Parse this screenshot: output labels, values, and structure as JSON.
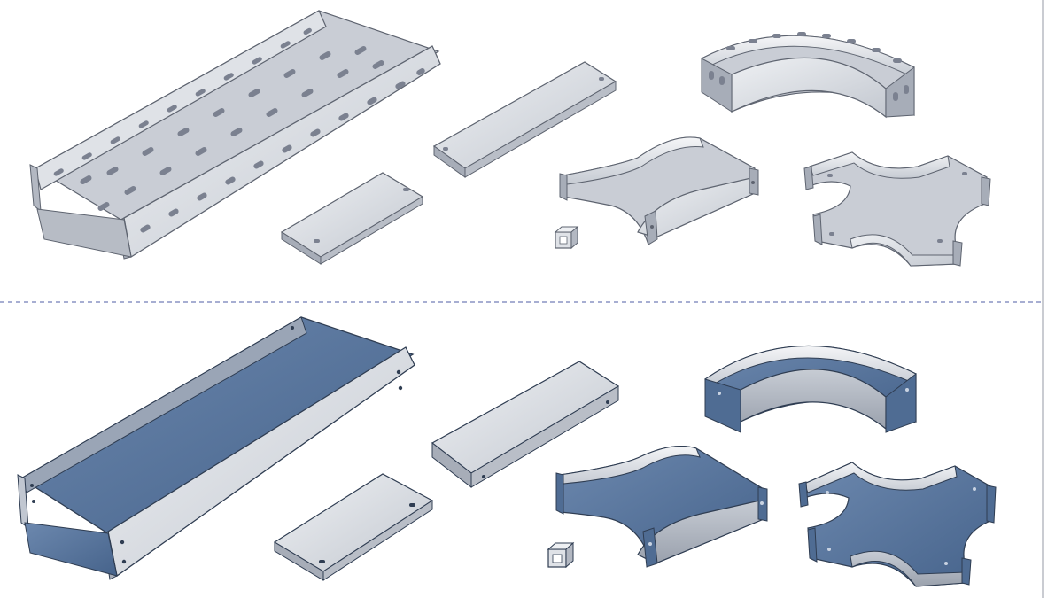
{
  "catalog": {
    "sections": [
      {
        "id": "perforated",
        "finish": "galvanized",
        "colors": {
          "face": "#dde0e6",
          "inner": "#c9cdd5",
          "shade": "#a7adb8",
          "edge": "#5e6470",
          "hole": "#7b8190"
        },
        "parts": [
          {
            "name": "straight-tray",
            "icon": "straight-tray-icon"
          },
          {
            "name": "cover",
            "icon": "cover-icon"
          },
          {
            "name": "splice-plate",
            "icon": "splice-plate-icon"
          },
          {
            "name": "connector",
            "icon": "connector-icon"
          },
          {
            "name": "elbow",
            "icon": "elbow-icon"
          },
          {
            "name": "tee",
            "icon": "tee-icon"
          },
          {
            "name": "cross",
            "icon": "cross-icon"
          }
        ]
      },
      {
        "id": "solid",
        "finish": "painted",
        "colors": {
          "face": "#d8dce4",
          "inner": "#5b79a0",
          "shade": "#45628a",
          "edge": "#2f3d52",
          "hole": "#2f3d52"
        },
        "parts": [
          {
            "name": "straight-tray",
            "icon": "straight-tray-icon"
          },
          {
            "name": "cover",
            "icon": "cover-icon"
          },
          {
            "name": "splice-plate",
            "icon": "splice-plate-icon"
          },
          {
            "name": "connector",
            "icon": "connector-icon"
          },
          {
            "name": "elbow",
            "icon": "elbow-icon"
          },
          {
            "name": "tee",
            "icon": "tee-icon"
          },
          {
            "name": "cross",
            "icon": "cross-icon"
          }
        ]
      }
    ],
    "divider": {
      "style": "dashed",
      "color": "#8a93c4"
    },
    "frame_color": "#b9bcc4"
  }
}
